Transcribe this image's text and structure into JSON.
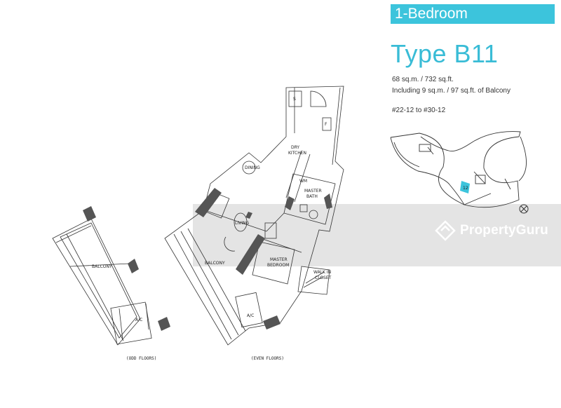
{
  "header": {
    "category": "1-Bedroom",
    "type_name": "Type B11",
    "area_line": "68 sq.m. / 732 sq.ft.",
    "balcony_line": "Including 9 sq.m. / 97 sq.ft. of Balcony",
    "units_line": "#22-12 to #30-12"
  },
  "rooms": {
    "dry_kitchen_1": "DRY",
    "dry_kitchen_2": "KITCHEN",
    "dining": "DINING",
    "wm": "WM",
    "master_bath_1": "MASTER",
    "master_bath_2": "BATH",
    "living": "LIVING",
    "balcony_even": "BALCONY",
    "master_bedroom_1": "MASTER",
    "master_bedroom_2": "BEDROOM",
    "walk_in_1": "WALK IN",
    "walk_in_2": "CLOSET",
    "ac_even": "A/C",
    "balcony_odd": "BALCONY",
    "ac_odd": "A/C",
    "fridge": "F",
    "shoe": "S"
  },
  "captions": {
    "odd": "(ODD FLOORS)",
    "even": "(EVEN FLOORS)"
  },
  "keyplan": {
    "unit_marker": "12"
  },
  "watermark": {
    "text": "PropertyGuru"
  },
  "colors": {
    "accent": "#3cc4dc",
    "title": "#39bcd6",
    "wall": "#555555",
    "highlight": "#3cc4dc"
  }
}
